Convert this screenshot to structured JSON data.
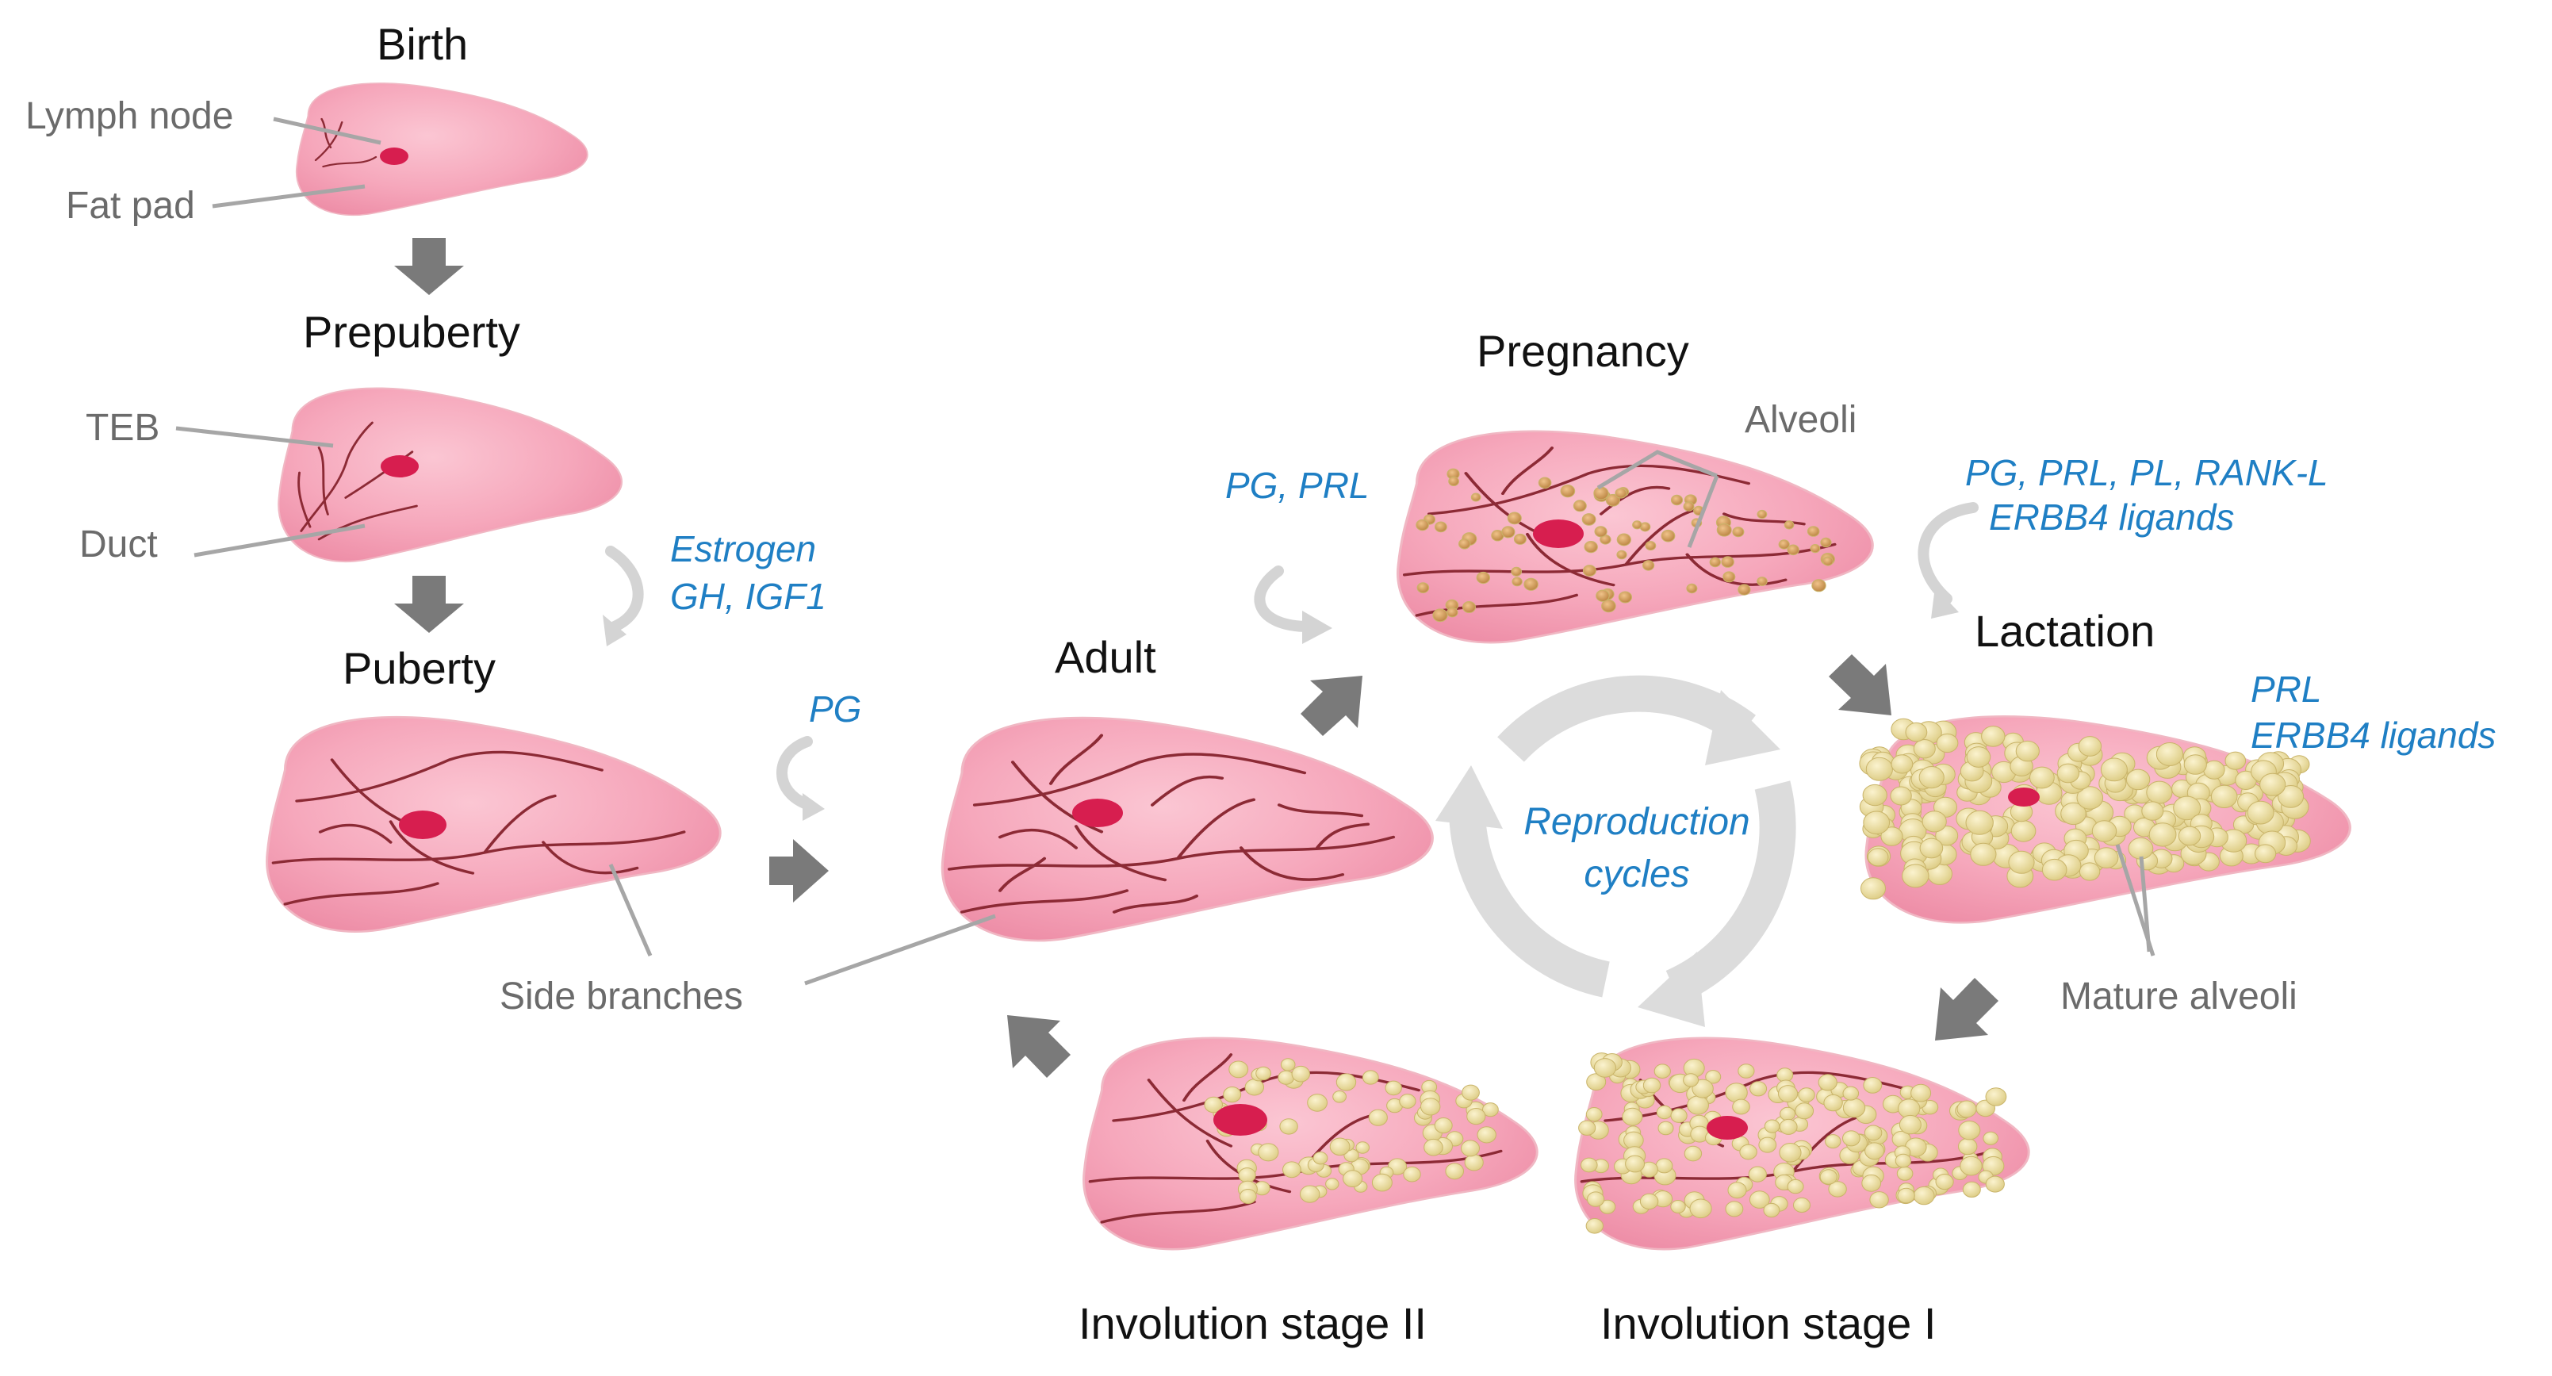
{
  "stages": {
    "birth": "Birth",
    "prepuberty": "Prepuberty",
    "puberty": "Puberty",
    "adult": "Adult",
    "pregnancy": "Pregnancy",
    "lactation": "Lactation",
    "involution_1": "Involution stage I",
    "involution_2": "Involution stage II"
  },
  "callouts": {
    "lymph_node": "Lymph node",
    "fat_pad": "Fat pad",
    "teb": "TEB",
    "duct": "Duct",
    "side_branches": "Side branches",
    "alveoli": "Alveoli",
    "mature_alveoli": "Mature alveoli"
  },
  "hormones": {
    "prepuberty_line1": "Estrogen",
    "prepuberty_line2": "GH, IGF1",
    "puberty": "PG",
    "adult": "PG, PRL",
    "pregnancy_line1": "PG, PRL, PL, RANK-L",
    "pregnancy_line2": "ERBB4 ligands",
    "lactation_line1": "PRL",
    "lactation_line2": "ERBB4 ligands"
  },
  "cycle": {
    "line1": "Reproduction",
    "line2": "cycles"
  },
  "colors": {
    "gland": "#f7a9bd",
    "lymph_node": "#d71e4f",
    "duct": "#8c2a35",
    "alveoli_immature": "#d9a25a",
    "alveoli_mature": "#efe1a4",
    "arrow": "#7a7a7a",
    "cycle_arrow": "#d9d9d9",
    "hormone_text": "#1f7fc4",
    "callout_text": "#6b6b6b"
  }
}
